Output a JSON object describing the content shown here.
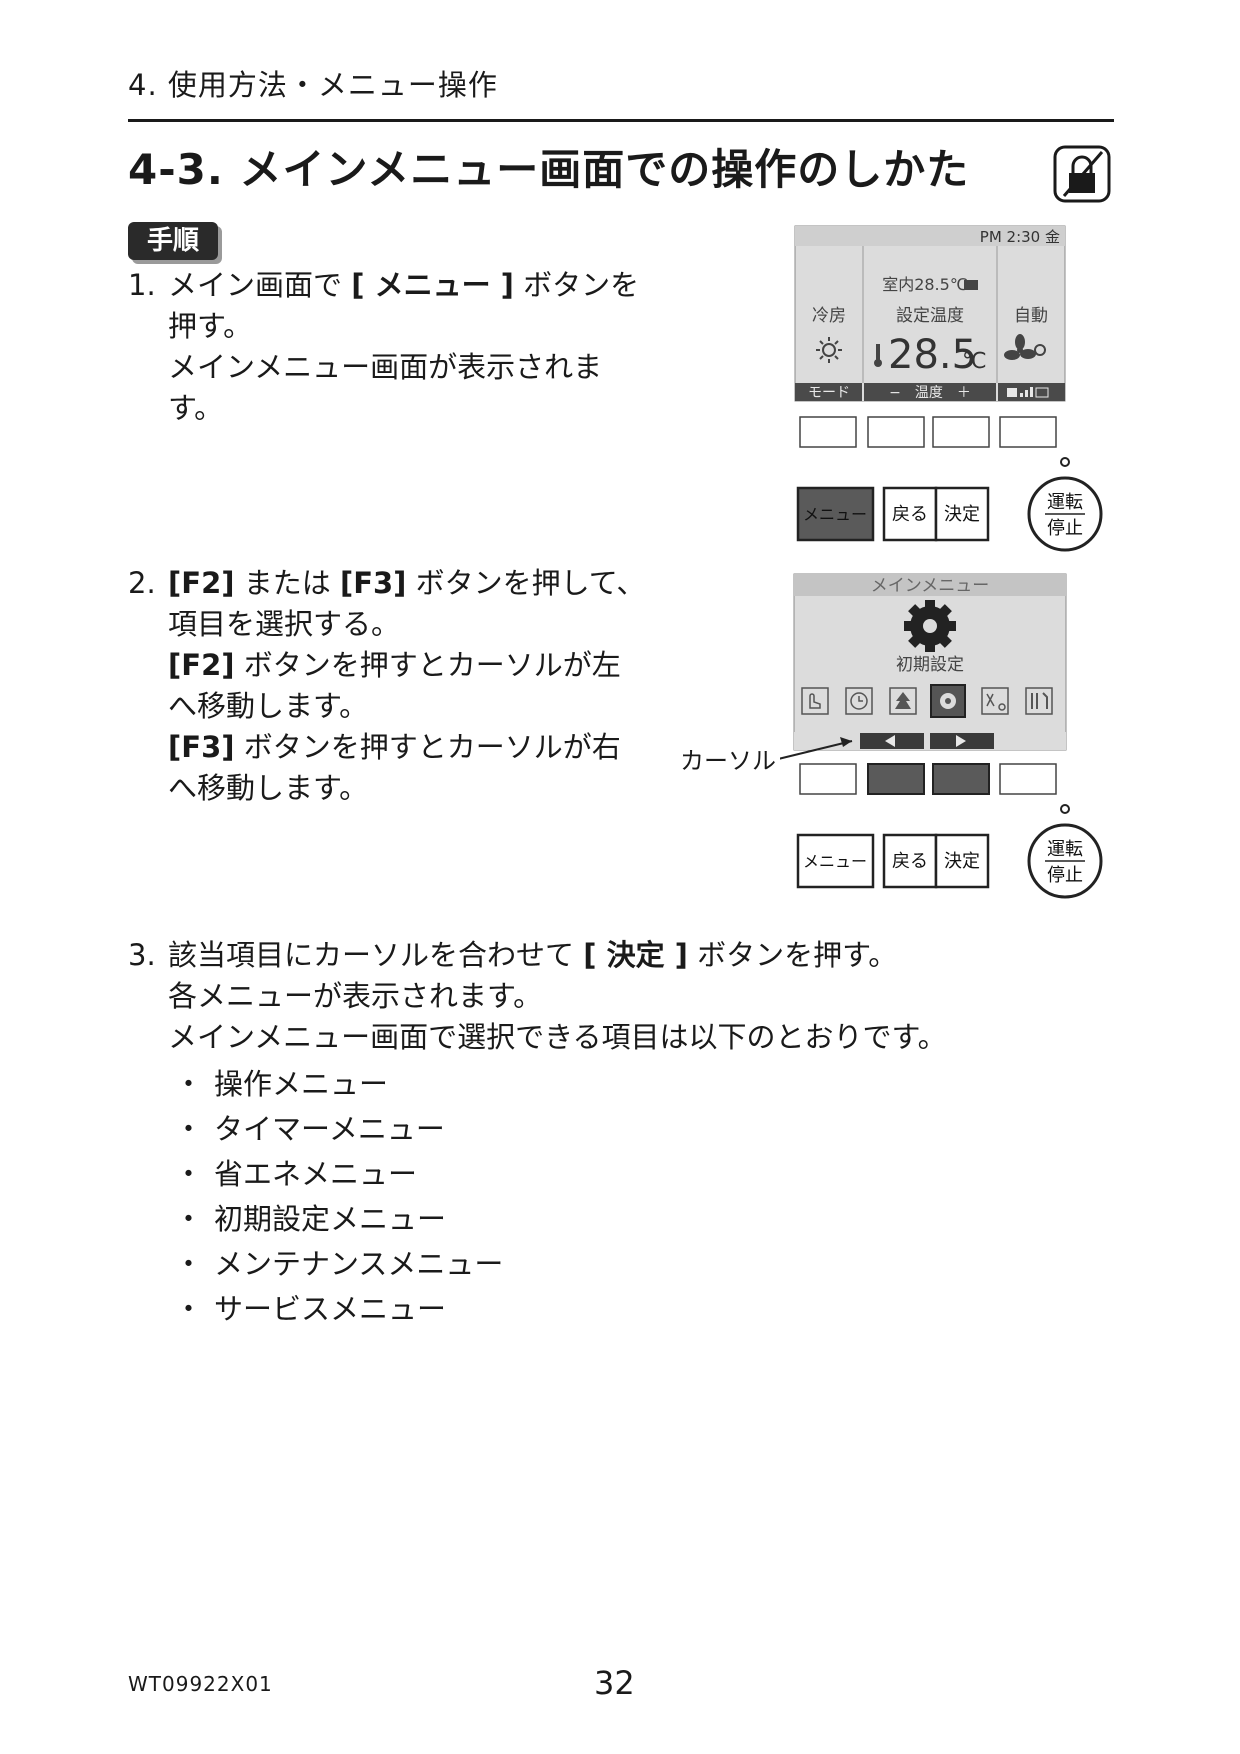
{
  "header": {
    "section": "4. 使用方法・メニュー操作",
    "title": "4-3. メインメニュー画面での操作のしかた"
  },
  "badge": "手順",
  "steps": {
    "s1": {
      "num": "1.",
      "pre": "メイン画面で ",
      "key": "[ メニュー ]",
      "post": " ボタンを押す。",
      "desc": "メインメニュー画面が表示されます。"
    },
    "s2": {
      "num": "2.",
      "key1": "[F2]",
      "mid": " または ",
      "key2": "[F3]",
      "post": " ボタンを押して、項目を選択する。",
      "key3": "[F2]",
      "line2": " ボタンを押すとカーソルが左へ移動します。",
      "key4": "[F3]",
      "line3": " ボタンを押すとカーソルが右へ移動します。"
    },
    "s3": {
      "num": "3.",
      "pre": "該当項目にカーソルを合わせて ",
      "key": "[ 決定 ]",
      "post": " ボタンを押す。",
      "line2": "各メニューが表示されます。",
      "line3": "メインメニュー画面で選択できる項目は以下のとおりです。",
      "items": [
        "操作メニュー",
        "タイマーメニュー",
        "省エネメニュー",
        "初期設定メニュー",
        "メンテナンスメニュー",
        "サービスメニュー"
      ]
    }
  },
  "bullet": "・",
  "screen1": {
    "clock": "PM 2:30 金",
    "mode_label": "冷房",
    "room_temp": "室内28.5℃",
    "set_label": "設定温度",
    "set_value": "28.5",
    "unit": "℃",
    "fan_label": "自動",
    "btn_mode": "モード",
    "btn_temp": "−　温度　＋"
  },
  "screen2": {
    "title": "メインメニュー",
    "selected_label": "初期設定"
  },
  "buttons": {
    "menu": "メニュー",
    "back": "戻る",
    "enter": "決定",
    "run1": "運転",
    "run2": "停止"
  },
  "cursor_label": "カーソル",
  "footer": {
    "code": "WT09922X01",
    "page": "32"
  },
  "colors": {
    "lcd_bg": "#dcdcdc",
    "lcd_bar": "#4a4a4a",
    "highlight": "#5a5a5a"
  }
}
